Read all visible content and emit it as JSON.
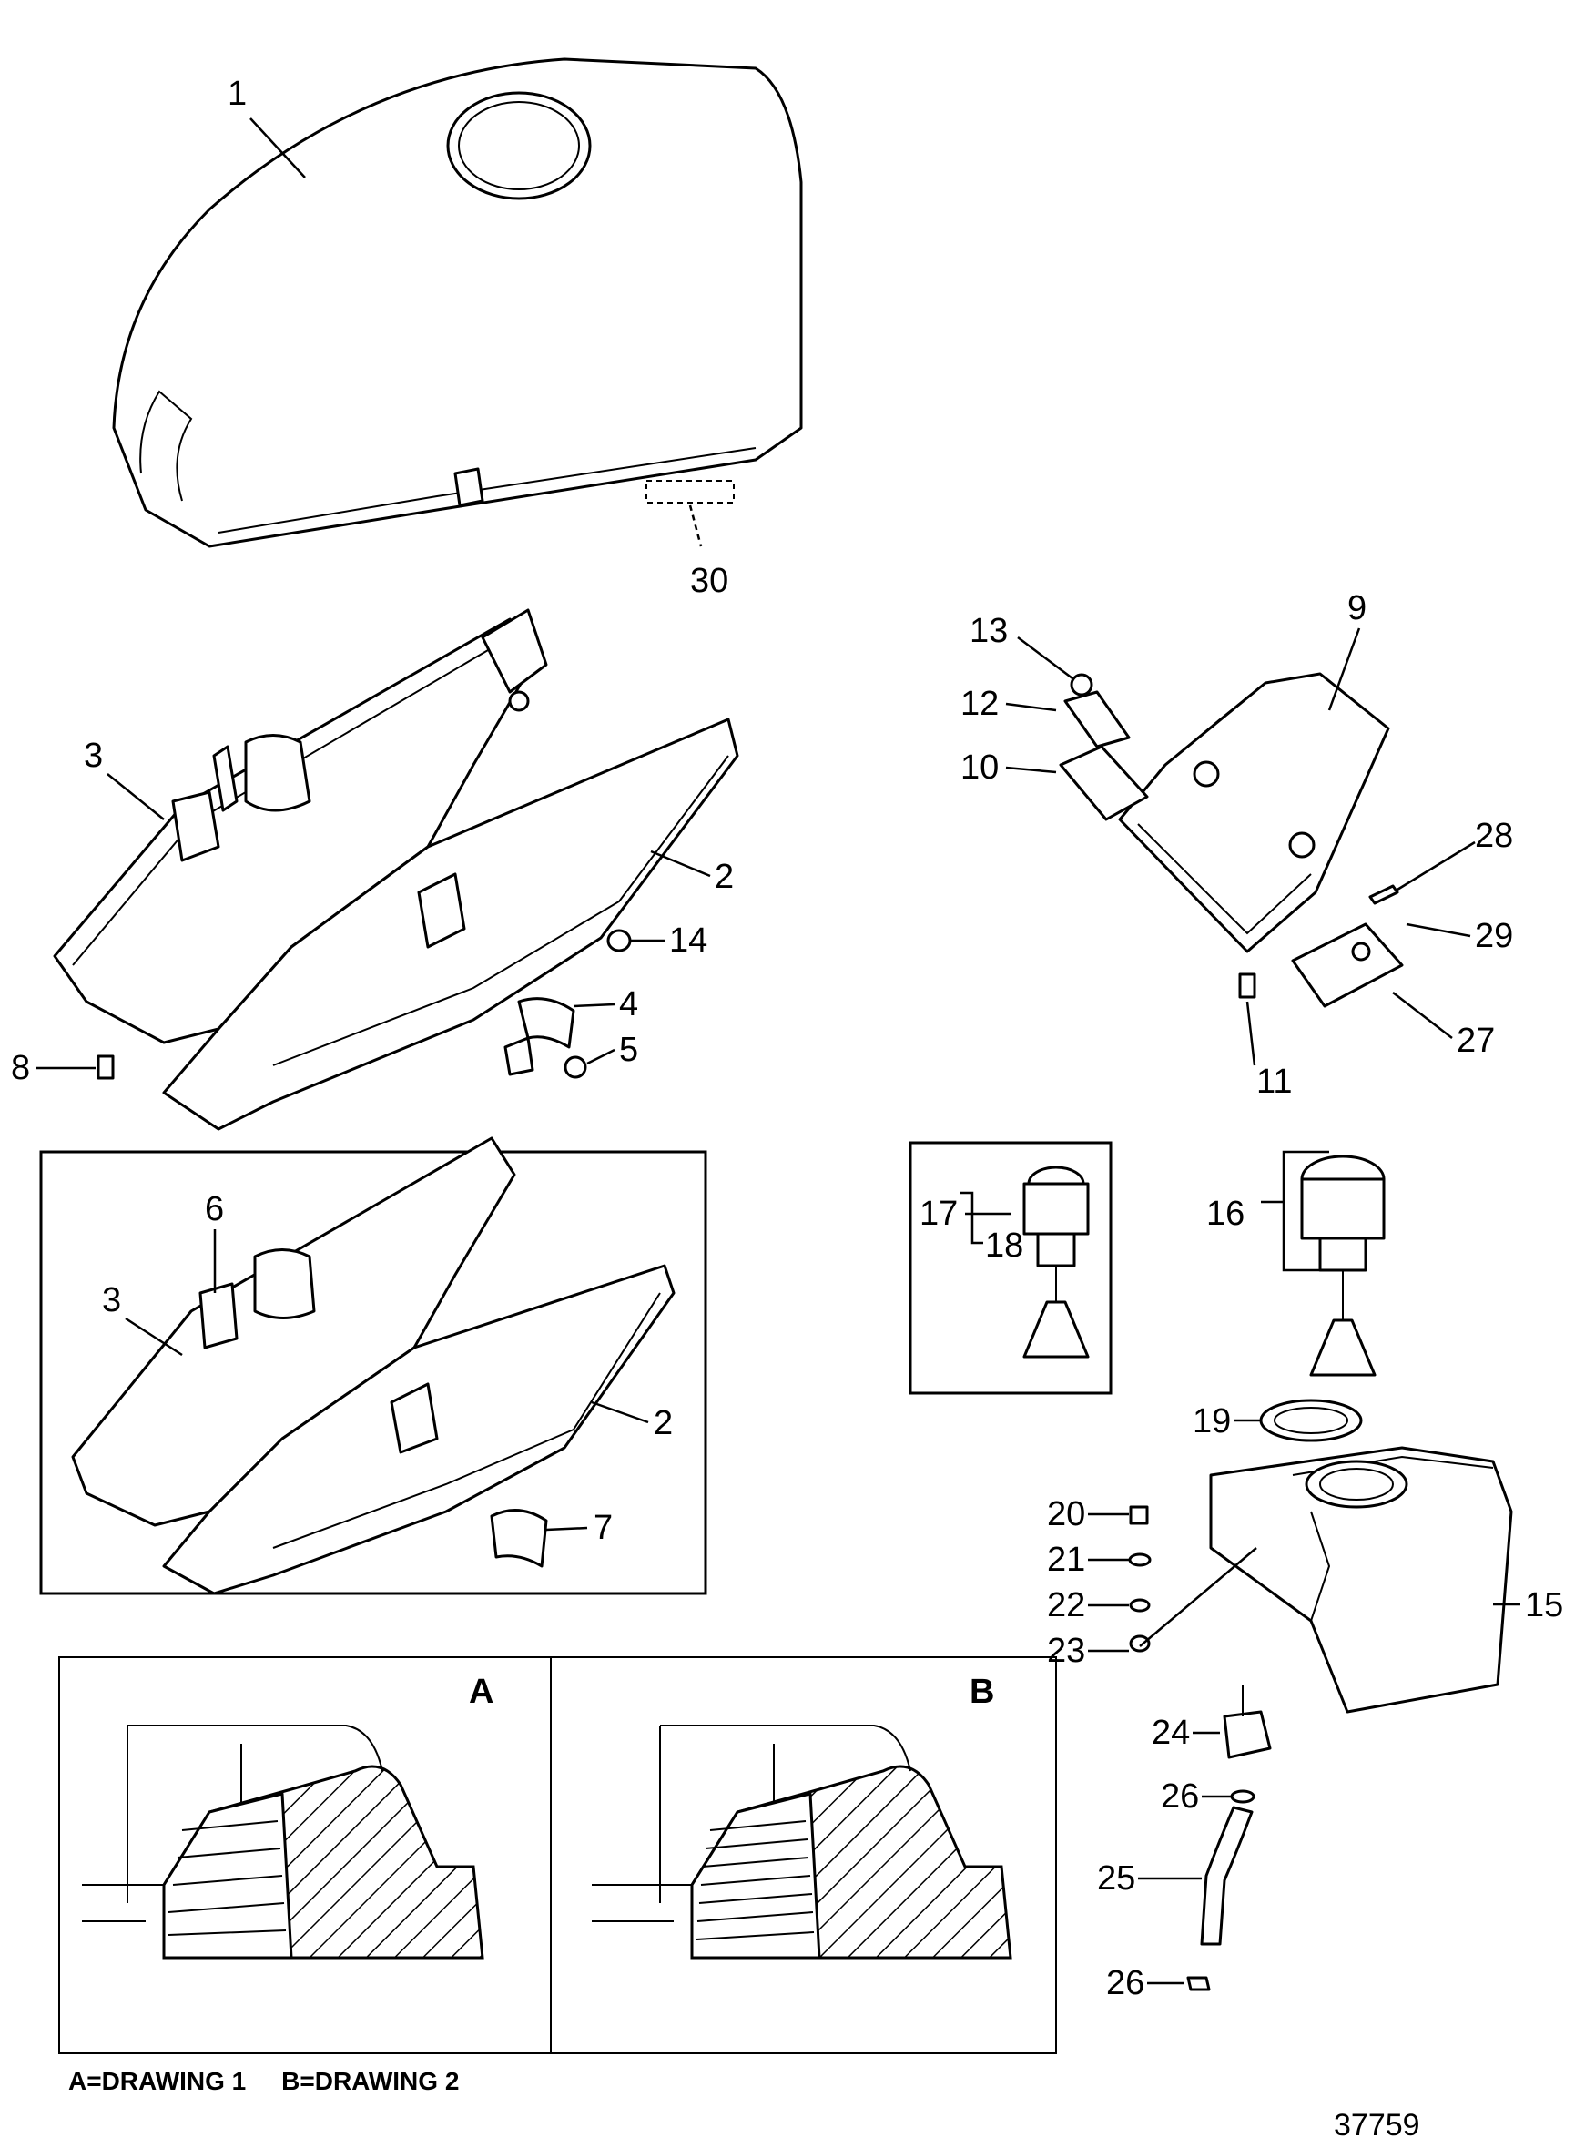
{
  "callouts": {
    "c1": "1",
    "c2": "2",
    "c3": "3",
    "c4": "4",
    "c5": "5",
    "c6": "6",
    "c7": "7",
    "c8": "8",
    "c9": "9",
    "c10": "10",
    "c11": "11",
    "c12": "12",
    "c13": "13",
    "c14": "14",
    "c15": "15",
    "c16": "16",
    "c17": "17",
    "c18": "18",
    "c19": "19",
    "c20": "20",
    "c21": "21",
    "c22": "22",
    "c23": "23",
    "c24": "24",
    "c25": "25",
    "c26a": "26",
    "c26b": "26",
    "c27": "27",
    "c28": "28",
    "c29": "29",
    "c30": "30",
    "inset_c2": "2",
    "inset_c3": "3"
  },
  "detail_panels": {
    "a_label": "A",
    "b_label": "B"
  },
  "legend": {
    "text": "A=DRAWING 1     B=DRAWING 2"
  },
  "drawing_number": "37759"
}
